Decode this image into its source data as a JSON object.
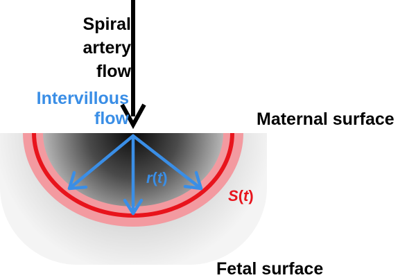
{
  "labels": {
    "spiral_line1": "Spiral",
    "spiral_line2": "artery",
    "spiral_line3": "flow",
    "intervillous_line1": "Intervillous",
    "intervillous_line2": "flow",
    "maternal_surface": "Maternal surface",
    "fetal_surface": "Fetal surface",
    "r_symbol": "r",
    "s_symbol": "S",
    "t_symbol": "t"
  },
  "colors": {
    "intervillous_arrow": "#3a8ee6",
    "surface_ring": "#e8141c",
    "ring_halo": "#f39aa0",
    "spiral_arrow": "#000000"
  }
}
